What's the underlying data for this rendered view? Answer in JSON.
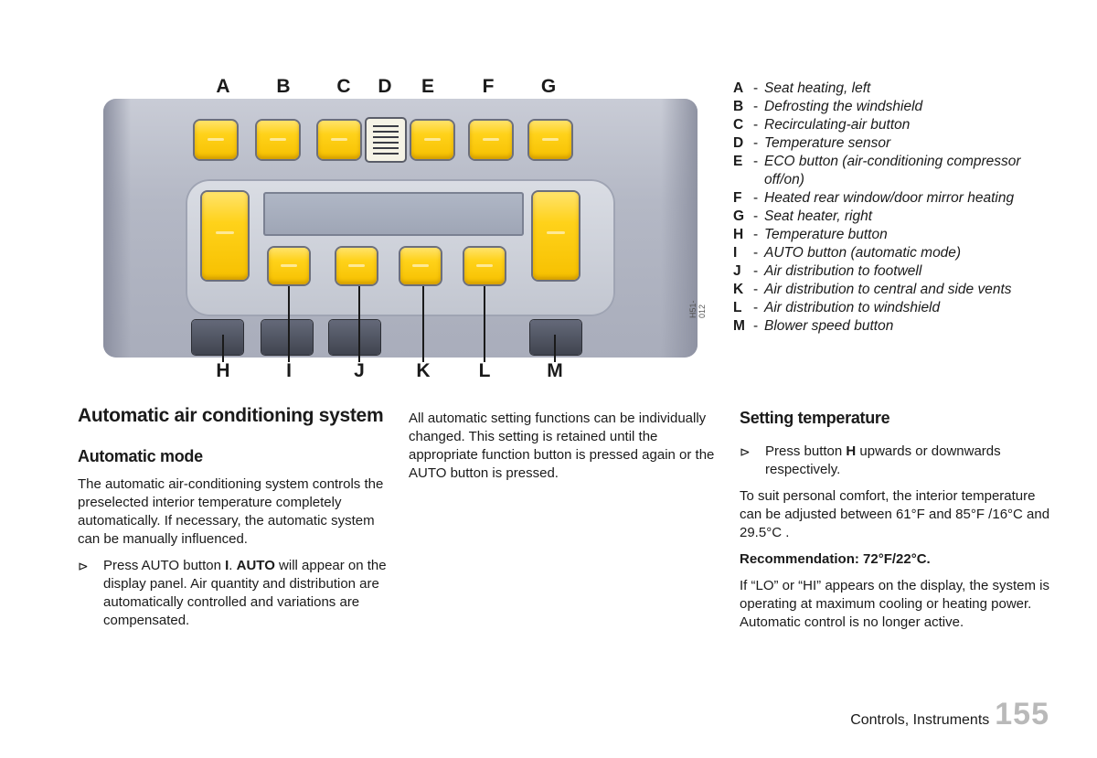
{
  "figure": {
    "top_labels": [
      "A",
      "B",
      "C",
      "D",
      "E",
      "F",
      "G"
    ],
    "bottom_labels": [
      "H",
      "I",
      "J",
      "K",
      "L",
      "M"
    ],
    "code": "H51-012"
  },
  "legend": [
    {
      "key": "A",
      "text": "Seat heating, left"
    },
    {
      "key": "B",
      "text": "Defrosting the windshield"
    },
    {
      "key": "C",
      "text": "Recirculating-air button"
    },
    {
      "key": "D",
      "text": "Temperature sensor"
    },
    {
      "key": "E",
      "text": "ECO button (air-conditioning compressor off/on)"
    },
    {
      "key": "F",
      "text": "Heated rear window/door mirror heating"
    },
    {
      "key": "G",
      "text": "Seat heater, right"
    },
    {
      "key": "H",
      "text": "Temperature button"
    },
    {
      "key": "I",
      "text": "AUTO button (automatic mode)"
    },
    {
      "key": "J",
      "text": "Air distribution to footwell"
    },
    {
      "key": "K",
      "text": "Air distribution to central and side vents"
    },
    {
      "key": "L",
      "text": "Air distribution to windshield"
    },
    {
      "key": "M",
      "text": "Blower speed button"
    }
  ],
  "legend_dash": "-",
  "col1": {
    "title": "Automatic air conditioning system",
    "subtitle": "Automatic mode",
    "para": "The automatic air-conditioning system controls the preselected interior temperature completely automatically. If necessary, the automatic system can be manually influenced.",
    "step_mark": "⊳",
    "step_a": "Press AUTO button ",
    "step_b": "I",
    "step_c": ". ",
    "step_d": "AUTO",
    "step_e": " will appear on the display panel. Air quantity and distribution are automatically controlled and variations are compensated."
  },
  "col2": {
    "para": "All automatic setting functions can be individually changed. This setting is retained until the appropriate function button is pressed again or the AUTO button is pressed."
  },
  "col3": {
    "title": "Setting temperature",
    "step_mark": "⊳",
    "step_a": "Press button ",
    "step_b": "H",
    "step_c": " upwards or downwards respectively.",
    "para1": "To suit personal comfort, the interior temperature can be adjusted between 61°F and 85°F /16°C and 29.5°C .",
    "rec": "Recommendation: 72°F/22°C.",
    "para2": "If “LO” or “HI” appears on the display, the system is operating at maximum cooling or heating power. Automatic control is no longer active."
  },
  "footer": {
    "section": "Controls, Instruments",
    "page": "155"
  }
}
